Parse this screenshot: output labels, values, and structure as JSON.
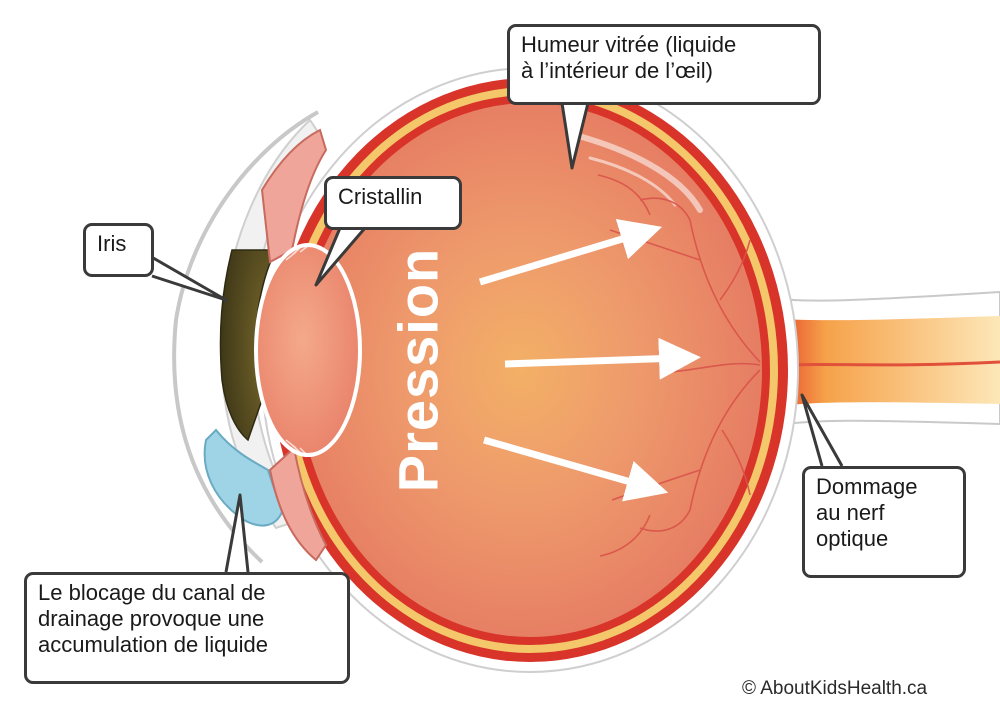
{
  "labels": {
    "humeur": [
      "Humeur vitrée (liquide",
      "à l’intérieur de l’œil)"
    ],
    "cristallin": "Cristallin",
    "iris": "Iris",
    "dommage": [
      "Dommage",
      "au nerf",
      "optique"
    ],
    "blocage": [
      "Le blocage du canal de",
      "drainage provoque une",
      "accumulation de liquide"
    ],
    "pression": "Pression"
  },
  "copyright": "© AboutKidsHealth.ca",
  "colors": {
    "vitreous": "#ec8f6c",
    "retina_red": "#d8342a",
    "sclera_yellow": "#f3c76a",
    "iris_dark": "#4e4420",
    "drainage_blue": "#9fd3e6",
    "optic_nerve": "#fbd9a0"
  }
}
